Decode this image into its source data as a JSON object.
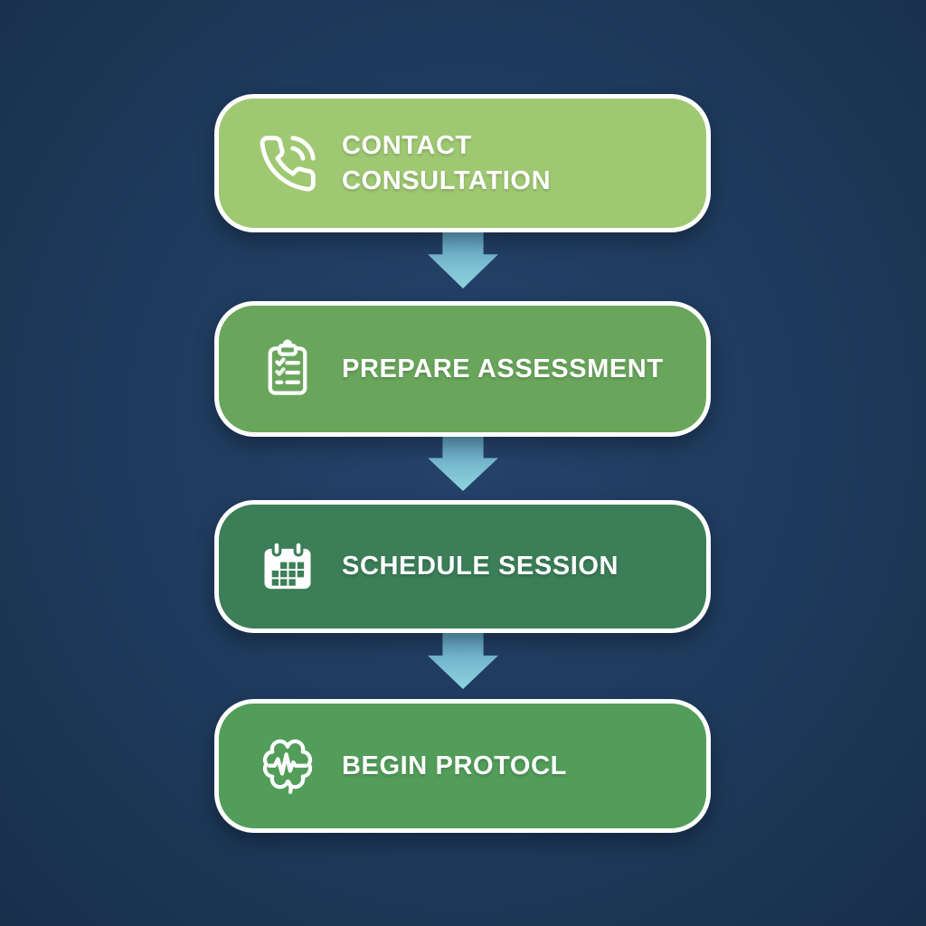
{
  "background_color": "#1e3a5c",
  "flow": {
    "border_color": "#ffffff",
    "text_color": "#ffffff",
    "connector_color_top": "#5d9cbe",
    "connector_color_bottom": "#8ed4de",
    "steps": [
      {
        "label": "CONTACT CONSULTATION",
        "label_lines": [
          "CONTACT",
          "CONSULTATION"
        ],
        "icon": "phone-call-icon",
        "color": "#9fc873"
      },
      {
        "label": "PREPARE ASSESSMENT",
        "icon": "clipboard-checklist-icon",
        "color": "#69a65c"
      },
      {
        "label": "SCHEDULE SESSION",
        "icon": "calendar-icon",
        "color": "#3b7e58"
      },
      {
        "label": "BEGIN PROTOCL",
        "icon": "brain-activity-icon",
        "color": "#529d59"
      }
    ]
  }
}
